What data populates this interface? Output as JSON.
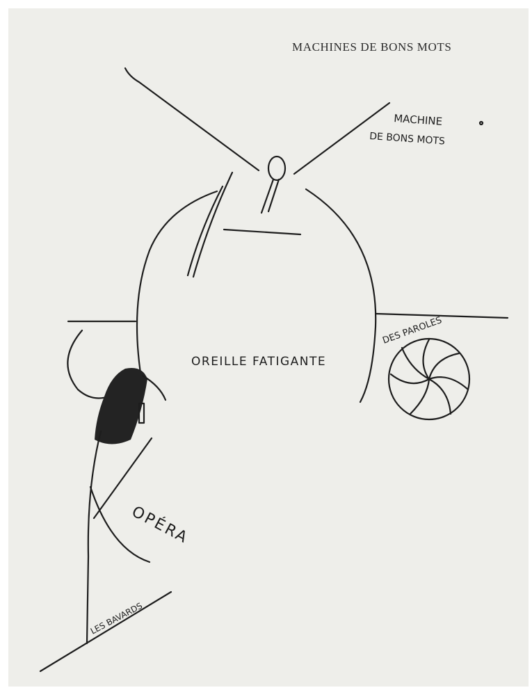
{
  "page": {
    "title": "MACHINES DE BONS MOTS",
    "background_color": "#eeeeea",
    "ink_color": "#1d1d1d"
  },
  "drawing": {
    "labels": {
      "machine_line1": "MACHINE",
      "machine_line2": "DE BONS MOTS",
      "oreille": "OREILLE FATIGANTE",
      "des_paroles": "DES PAROLES",
      "opera": "OPÉRA",
      "les_bavards": "LES BAVARDS"
    }
  }
}
